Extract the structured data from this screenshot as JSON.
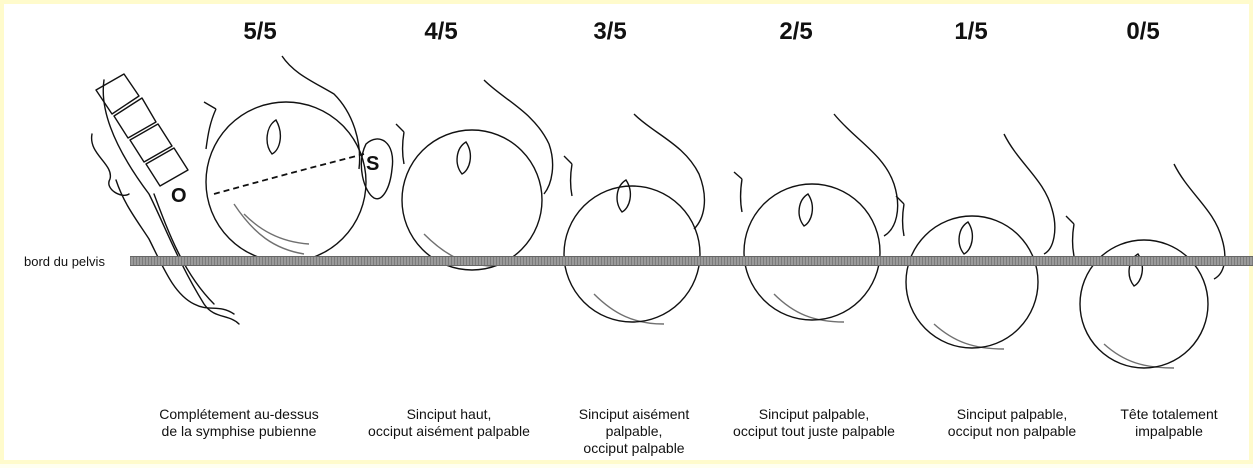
{
  "fractions": [
    "5/5",
    "4/5",
    "3/5",
    "2/5",
    "1/5",
    "0/5"
  ],
  "pelvis_label": "bord du pelvis",
  "markers": {
    "occiput": "O",
    "sinciput": "S"
  },
  "captions": [
    [
      "Complétement au-dessus",
      "de la symphise pubienne"
    ],
    [
      "Sinciput haut,",
      "occiput aisément palpable"
    ],
    [
      "Sinciput aisément",
      "palpable,",
      "occiput palpable"
    ],
    [
      "Sinciput palpable,",
      "occiput tout juste palpable"
    ],
    [
      "Sinciput palpable,",
      "occiput non palpable"
    ],
    [
      "Tête totalement",
      "impalpable"
    ]
  ],
  "colors": {
    "background": "#ffffff",
    "frame": "#fffbcc",
    "line": "#111111",
    "pelvis_bar": "#8a8a8a"
  }
}
